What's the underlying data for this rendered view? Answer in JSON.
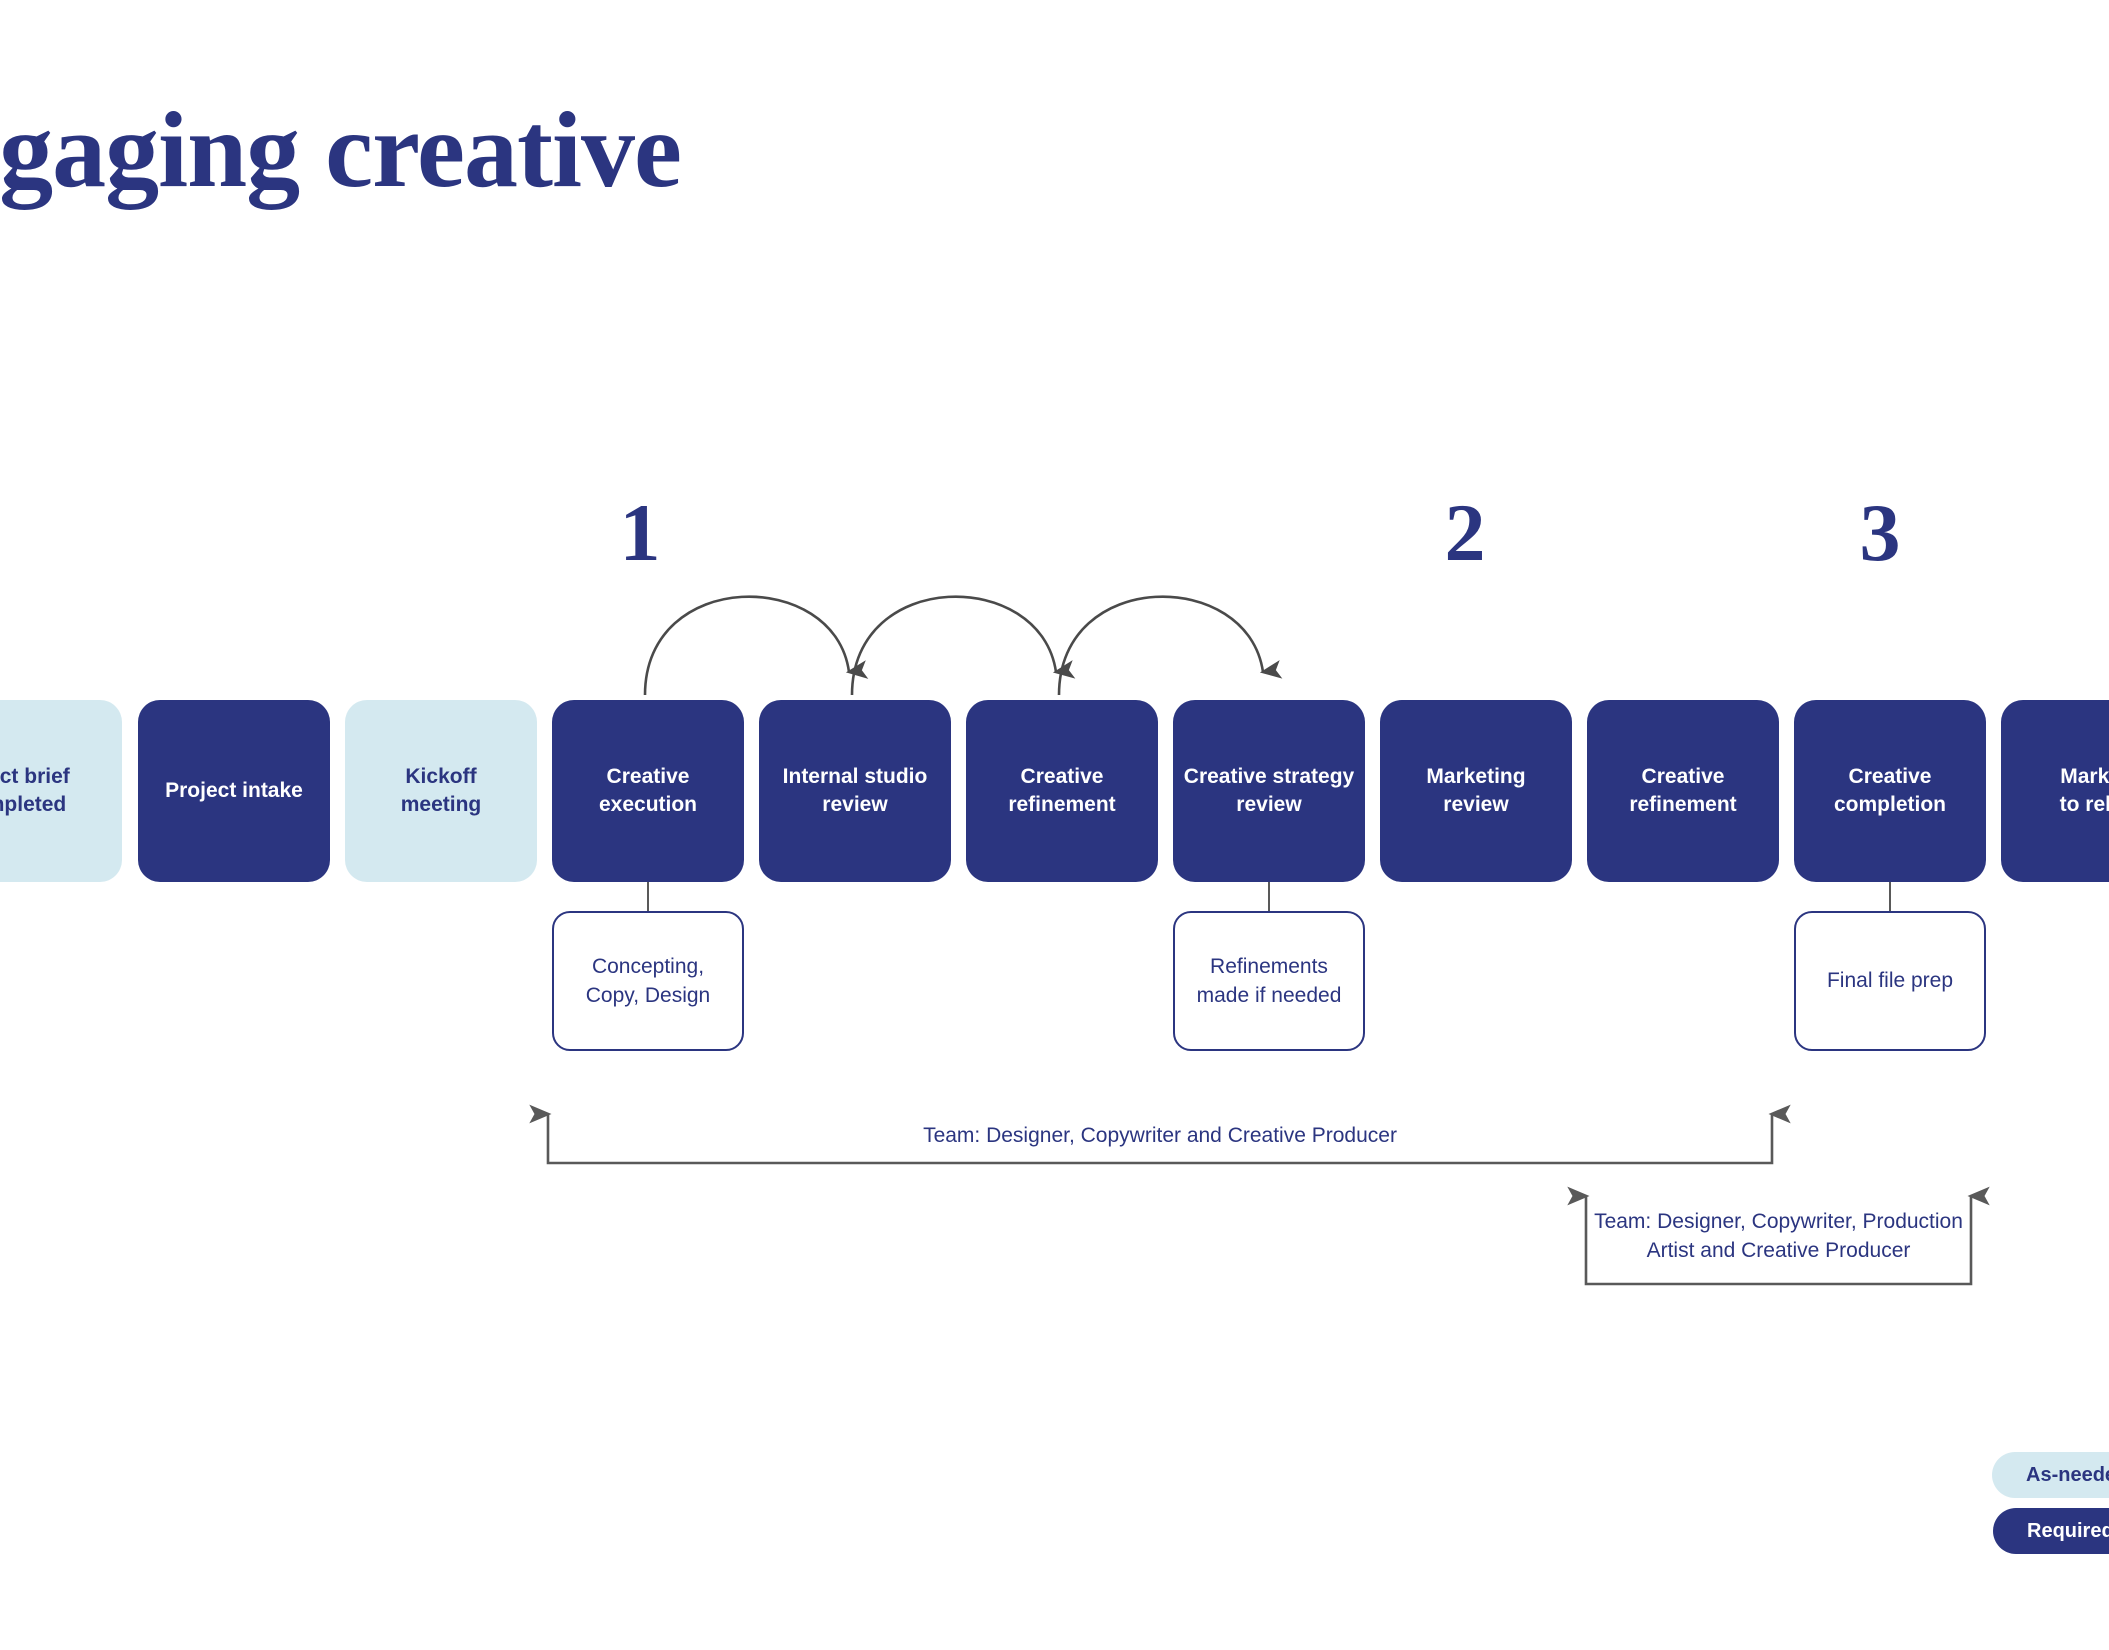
{
  "title": "ngaging creative",
  "colors": {
    "brand_dark_blue": "#2B3580",
    "brand_light_blue": "#D4E9F0",
    "connector_gray": "#595959",
    "background": "#FFFFFF"
  },
  "phases": [
    {
      "number": "1"
    },
    {
      "number": "2"
    },
    {
      "number": "3"
    }
  ],
  "stages": [
    {
      "label": "ject brief\nmpleted",
      "type": "as-needed"
    },
    {
      "label": "Project intake",
      "type": "required"
    },
    {
      "label": "Kickoff\nmeeting",
      "type": "as-needed"
    },
    {
      "label": "Creative\nexecution",
      "type": "required"
    },
    {
      "label": "Internal studio\nreview",
      "type": "required"
    },
    {
      "label": "Creative\nrefinement",
      "type": "required"
    },
    {
      "label": "Creative strategy\nreview",
      "type": "required"
    },
    {
      "label": "Marketing\nreview",
      "type": "required"
    },
    {
      "label": "Creative\nrefinement",
      "type": "required"
    },
    {
      "label": "Creative\ncompletion",
      "type": "required"
    },
    {
      "label": "Marketi\nto relea",
      "type": "required"
    }
  ],
  "details": [
    {
      "label": "Concepting,\nCopy, Design"
    },
    {
      "label": "Refinements\nmade if needed"
    },
    {
      "label": "Final file prep"
    }
  ],
  "team_brackets": [
    {
      "label": "Team: Designer, Copywriter and Creative Producer"
    },
    {
      "label": "Team: Designer, Copywriter, Production\nArtist and Creative Producer"
    }
  ],
  "legend": [
    {
      "label": "As-needed",
      "type": "as-needed"
    },
    {
      "label": "Required s",
      "type": "required"
    }
  ]
}
